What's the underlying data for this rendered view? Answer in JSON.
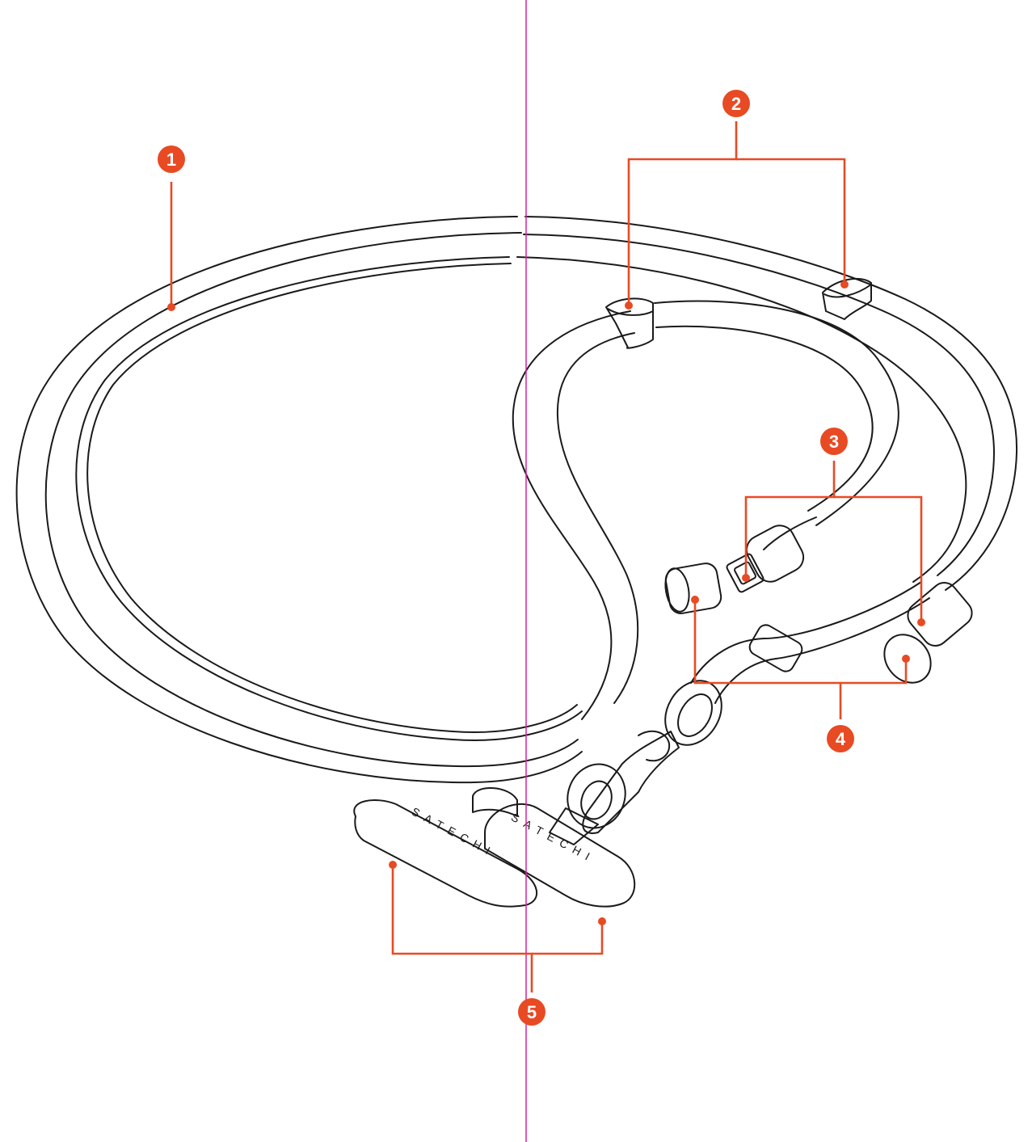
{
  "colors": {
    "accent": "#E84A24",
    "guide": "#D6249F",
    "ink": "#1a1a1a",
    "background": "#ffffff"
  },
  "callouts": [
    {
      "label": "1"
    },
    {
      "label": "2"
    },
    {
      "label": "3"
    },
    {
      "label": "4"
    },
    {
      "label": "5"
    }
  ],
  "patches": [
    {
      "brand": "SATECHI"
    },
    {
      "brand": "SATECHI"
    }
  ]
}
